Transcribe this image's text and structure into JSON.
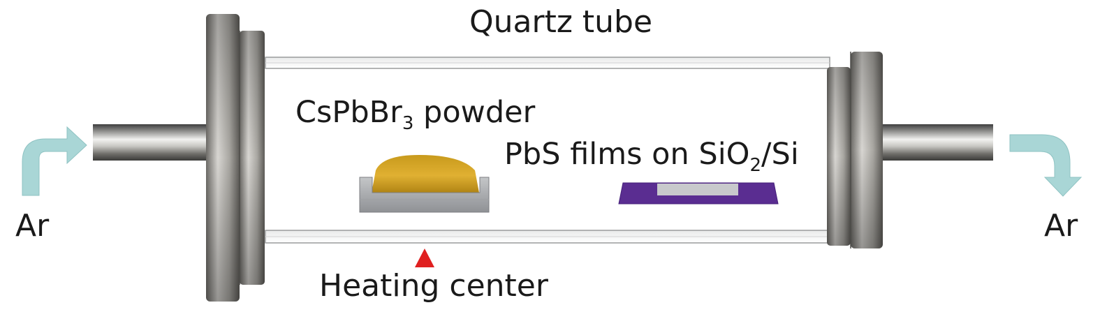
{
  "labels": {
    "tube": "Quartz tube",
    "ar_in": "Ar",
    "ar_out": "Ar",
    "powder_prefix": "CsPbBr",
    "powder_sub": "3",
    "powder_suffix": " powder",
    "films_prefix": "PbS films on SiO",
    "films_sub": "2",
    "films_suffix": "/Si",
    "heating_center": "Heating center"
  },
  "colors": {
    "flow_arrow": "#a9d6d6",
    "powder": "#d8a82a",
    "boat": "#a7a9ac",
    "substrate": "#5a2d91",
    "film": "#c8c9cc",
    "heating_marker": "#e02020",
    "text": "#1a1a1a"
  }
}
